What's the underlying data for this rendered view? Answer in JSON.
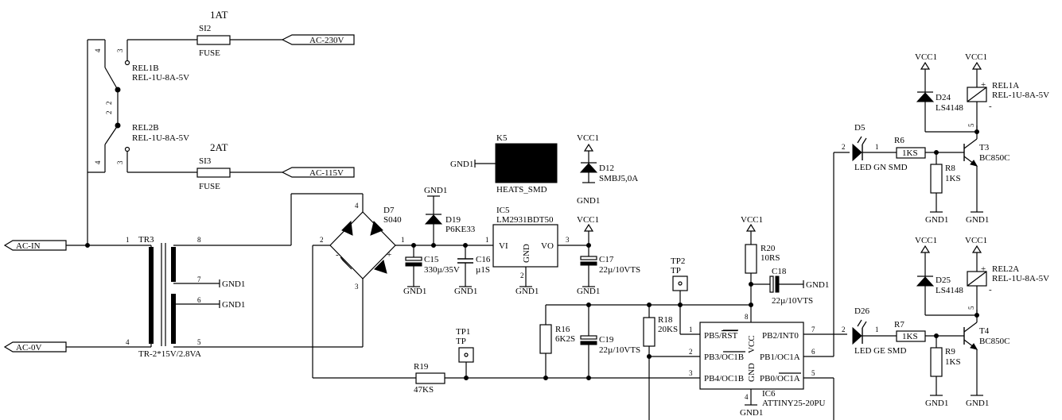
{
  "fuses": {
    "si2_rating": "1AT",
    "si2_ref": "SI2",
    "si2_type": "FUSE",
    "si3_rating": "2AT",
    "si3_ref": "SI3",
    "si3_type": "FUSE"
  },
  "ports": {
    "ac230": "AC-230V",
    "ac115": "AC-115V",
    "ac_in": "AC-IN",
    "ac_0v": "AC-0V"
  },
  "relays": {
    "rel1b_ref": "REL1B",
    "rel1b_type": "REL-1U-8A-5V",
    "rel2b_ref": "REL2B",
    "rel2b_type": "REL-1U-8A-5V",
    "rel1a_ref": "REL1A",
    "rel1a_type": "REL-1U-8A-5V",
    "rel2a_ref": "REL2A",
    "rel2a_type": "REL-1U-8A-5V",
    "pin4": "4",
    "pin3": "3",
    "pin2": "2",
    "pin5": "5",
    "plus": "+",
    "minus": "-"
  },
  "transformer": {
    "ref": "TR3",
    "type": "TR-2*15V/2.8VA",
    "p1": "1",
    "p8": "8",
    "p7": "7",
    "p6": "6",
    "p5": "5",
    "p4": "4"
  },
  "bridge": {
    "ref": "D7",
    "type": "S040",
    "p1": "1",
    "p2": "2",
    "p3": "3",
    "p4": "4",
    "minus": "-",
    "plus": "+"
  },
  "nets": {
    "gnd1": "GND1",
    "vcc1": "VCC1"
  },
  "diodes": {
    "d19_ref": "D19",
    "d19_type": "P6KE33",
    "d12_ref": "D12",
    "d12_type": "SMBJ5,0A",
    "d24_ref": "D24",
    "d24_type": "LS4148",
    "d25_ref": "D25",
    "d25_type": "LS4148"
  },
  "heatsink": {
    "ref": "K5",
    "type": "HEATS_SMD"
  },
  "regulator": {
    "ref": "IC5",
    "type": "LM2931BDT50",
    "vi": "VI",
    "vo": "VO",
    "gnd": "GND",
    "p1": "1",
    "p2": "2",
    "p3": "3"
  },
  "caps": {
    "c15_ref": "C15",
    "c15_val": "330µ/35V",
    "c16_ref": "C16",
    "c16_val": "µ1S",
    "c17_ref": "C17",
    "c17_val": "22µ/10VTS",
    "c18_ref": "C18",
    "c18_val": "22µ/10VTS",
    "c19_ref": "C19",
    "c19_val": "22µ/10VTS"
  },
  "resistors": {
    "r20_ref": "R20",
    "r20_val": "10RS",
    "r16_ref": "R16",
    "r16_val": "6K2S",
    "r18_ref": "R18",
    "r18_val": "20KS",
    "r19_ref": "R19",
    "r19_val": "47KS",
    "r6_ref": "R6",
    "r6_val": "1KS",
    "r7_ref": "R7",
    "r7_val": "1KS",
    "r8_ref": "R8",
    "r8_val": "1KS",
    "r9_ref": "R9",
    "r9_val": "1KS"
  },
  "testpoints": {
    "tp1_ref": "TP1",
    "tp2_ref": "TP2",
    "tp_type": "TP"
  },
  "mcu": {
    "ref": "IC6",
    "type": "ATTINY25-20PU",
    "pb5": "PB5/",
    "rst": "RST",
    "pb3": "PB3/",
    "oc1b_n": "OC1B",
    "pb4": "PB4/OC1B",
    "pb2": "PB2/INT0",
    "pb1": "PB1/OC1A",
    "pb0": "PB0/",
    "oc1a_n": "OC1A",
    "vcc": "VCC",
    "gnd": "GND",
    "p1": "1",
    "p2": "2",
    "p3": "3",
    "p4": "4",
    "p5": "5",
    "p6": "6",
    "p7": "7",
    "p8": "8"
  },
  "leds": {
    "d5_ref": "D5",
    "d5_type": "LED GN SMD",
    "d26_ref": "D26",
    "d26_type": "LED GE SMD",
    "p1": "1",
    "p2": "2"
  },
  "transistors": {
    "t3_ref": "T3",
    "t3_type": "BC850C",
    "t4_ref": "T4",
    "t4_type": "BC850C"
  }
}
